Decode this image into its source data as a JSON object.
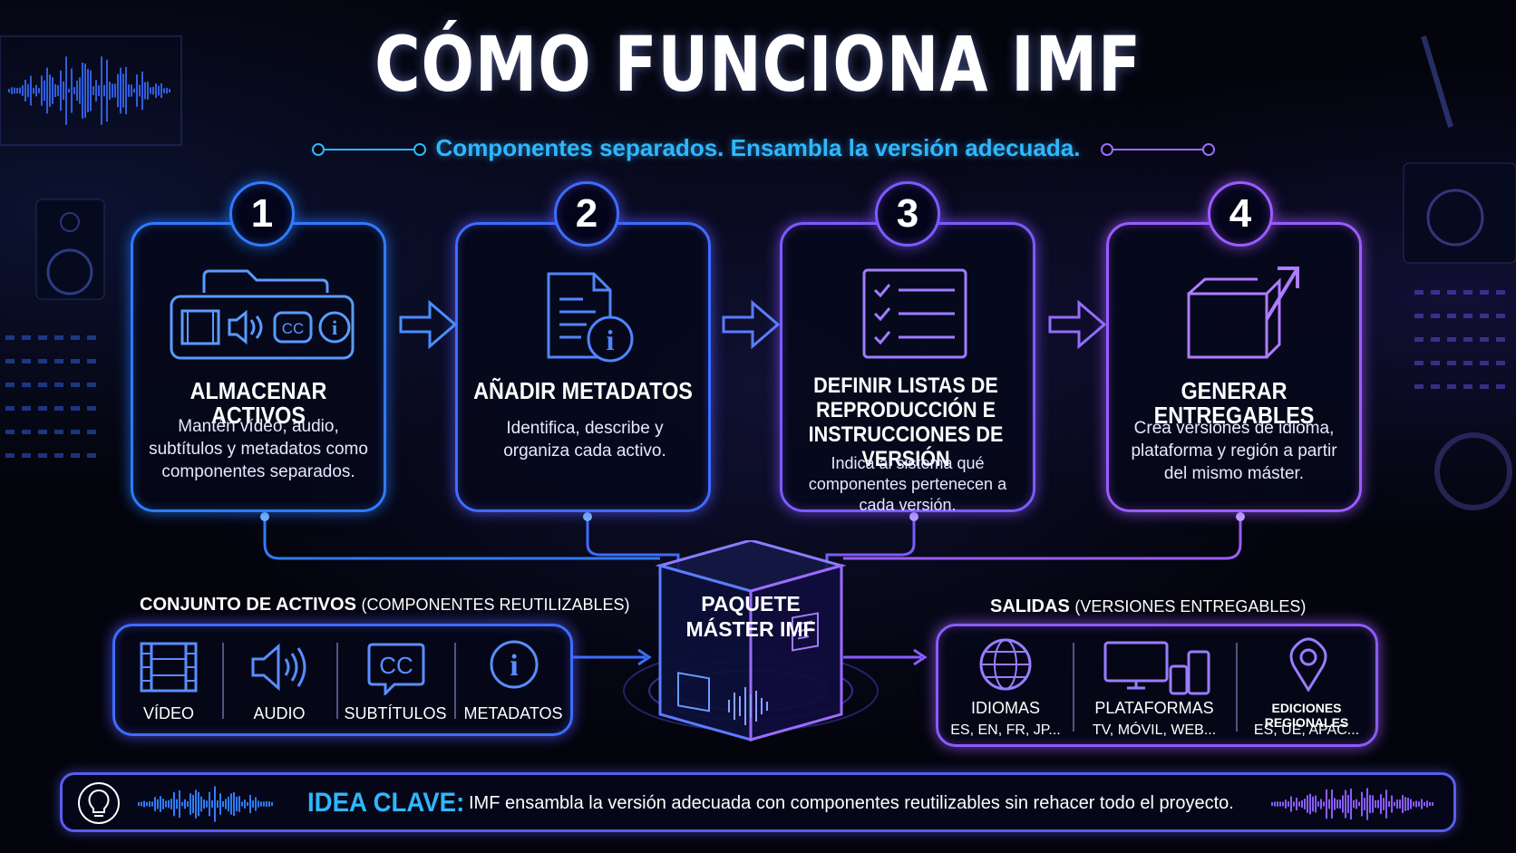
{
  "title": "CÓMO FUNCIONA IMF",
  "subtitle": "Componentes separados. Ensambla la versión adecuada.",
  "colors": {
    "background": "#03040c",
    "accent_cyan": "#2fb7ff",
    "step1": "#2f7bff",
    "step2": "#3d6dff",
    "step3": "#7a5cff",
    "step4": "#9b5cff"
  },
  "steps": [
    {
      "number": "1",
      "icon": "folder-media-icon",
      "title": "ALMACENAR ACTIVOS",
      "description": "Mantén vídeo, audio, subtítulos y metadatos como componentes separados."
    },
    {
      "number": "2",
      "icon": "document-info-icon",
      "title": "AÑADIR METADATOS",
      "description": "Identifica, describe y organiza cada activo."
    },
    {
      "number": "3",
      "icon": "checklist-icon",
      "title": "DEFINIR LISTAS DE REPRODUCCIÓN E INSTRUCCIONES DE VERSIÓN",
      "description": "Indica al sistema qué componentes pertenecen a cada versión."
    },
    {
      "number": "4",
      "icon": "box-export-icon",
      "title": "GENERAR ENTREGABLES",
      "description": "Crea versiones de idioma, plataforma y región a partir del mismo máster."
    }
  ],
  "assets": {
    "label_bold": "CONJUNTO DE ACTIVOS",
    "label_rest": "(COMPONENTES REUTILIZABLES)",
    "items": [
      {
        "icon": "film-icon",
        "label": "VÍDEO"
      },
      {
        "icon": "speaker-icon",
        "label": "AUDIO"
      },
      {
        "icon": "cc-icon",
        "label": "SUBTÍTULOS"
      },
      {
        "icon": "info-icon",
        "label": "METADATOS"
      }
    ]
  },
  "master": {
    "line1": "PAQUETE",
    "line2": "MÁSTER IMF"
  },
  "outputs": {
    "label_bold": "SALIDAS",
    "label_rest": "(VERSIONES ENTREGABLES)",
    "items": [
      {
        "icon": "globe-icon",
        "label": "IDIOMAS",
        "detail": "ES, EN, FR, JP..."
      },
      {
        "icon": "devices-icon",
        "label": "PLATAFORMAS",
        "detail": "TV, MÓVIL, WEB..."
      },
      {
        "icon": "location-pin-icon",
        "label": "EDICIONES REGIONALES",
        "detail": "ES, UE, APAC..."
      }
    ]
  },
  "key_idea": {
    "icon": "lightbulb-icon",
    "label": "IDEA CLAVE:",
    "text": "IMF ensambla la versión adecuada con componentes reutilizables sin rehacer todo el proyecto."
  }
}
